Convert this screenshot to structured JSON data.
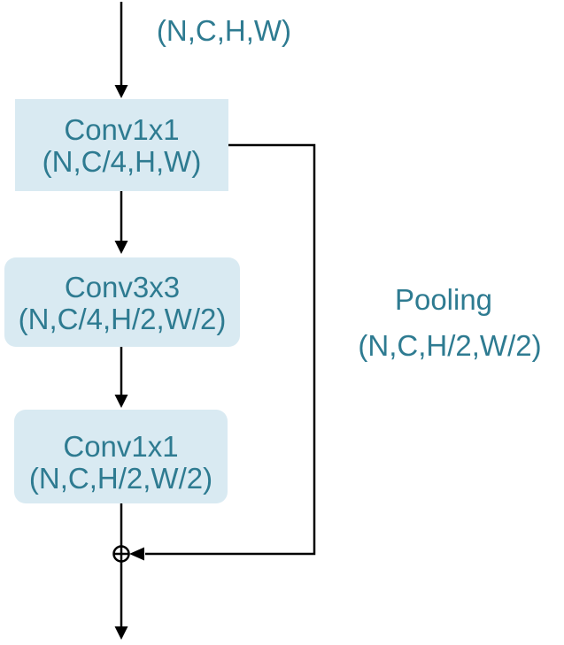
{
  "colors": {
    "box_fill": "#d9eaf2",
    "label_text": "#2e7b91",
    "line": "#000000",
    "background": "#ffffff"
  },
  "input": {
    "shape_label": "(N,C,H,W)"
  },
  "blocks": [
    {
      "title": "Conv1x1",
      "shape": "(N,C/4,H,W)"
    },
    {
      "title": "Conv3x3",
      "shape": "(N,C/4,H/2,W/2)"
    },
    {
      "title": "Conv1x1",
      "shape": "(N,C,H/2,W/2)"
    }
  ],
  "skip_branch": {
    "op": "Pooling",
    "shape": "(N,C,H/2,W/2)"
  },
  "merge": {
    "symbol": "circle-plus"
  }
}
